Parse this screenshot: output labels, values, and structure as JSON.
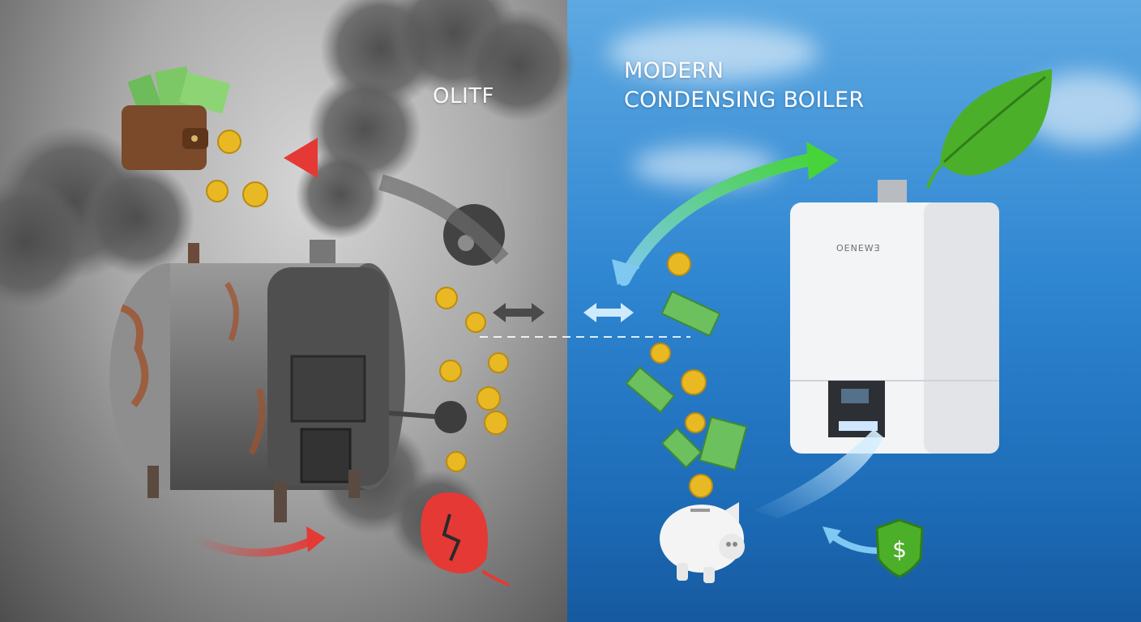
{
  "left_label": "OLITF",
  "right_label_line1": "MODERN",
  "right_label_line2": "CONDENSING BOILER",
  "boiler_brand": "OENEWƎ",
  "colors": {
    "old_background": "#8c8c8c",
    "modern_background": "#2f86d1",
    "smoke": "#5a5a5a",
    "rust": "#a0522d",
    "coin_gold": "#e8b923",
    "cash_green": "#5fae4f",
    "warning_red": "#e53935",
    "eco_green": "#4caf2a",
    "airflow_blue": "#9fd3f2"
  },
  "icons": [
    "wallet-icon",
    "cash-icon",
    "coin-icon",
    "rusty-boiler-icon",
    "smoke-icon",
    "broken-leaf-icon",
    "piggy-bank-icon",
    "green-leaf-icon",
    "shield-dollar-icon",
    "modern-boiler-icon",
    "arrow-icon"
  ]
}
